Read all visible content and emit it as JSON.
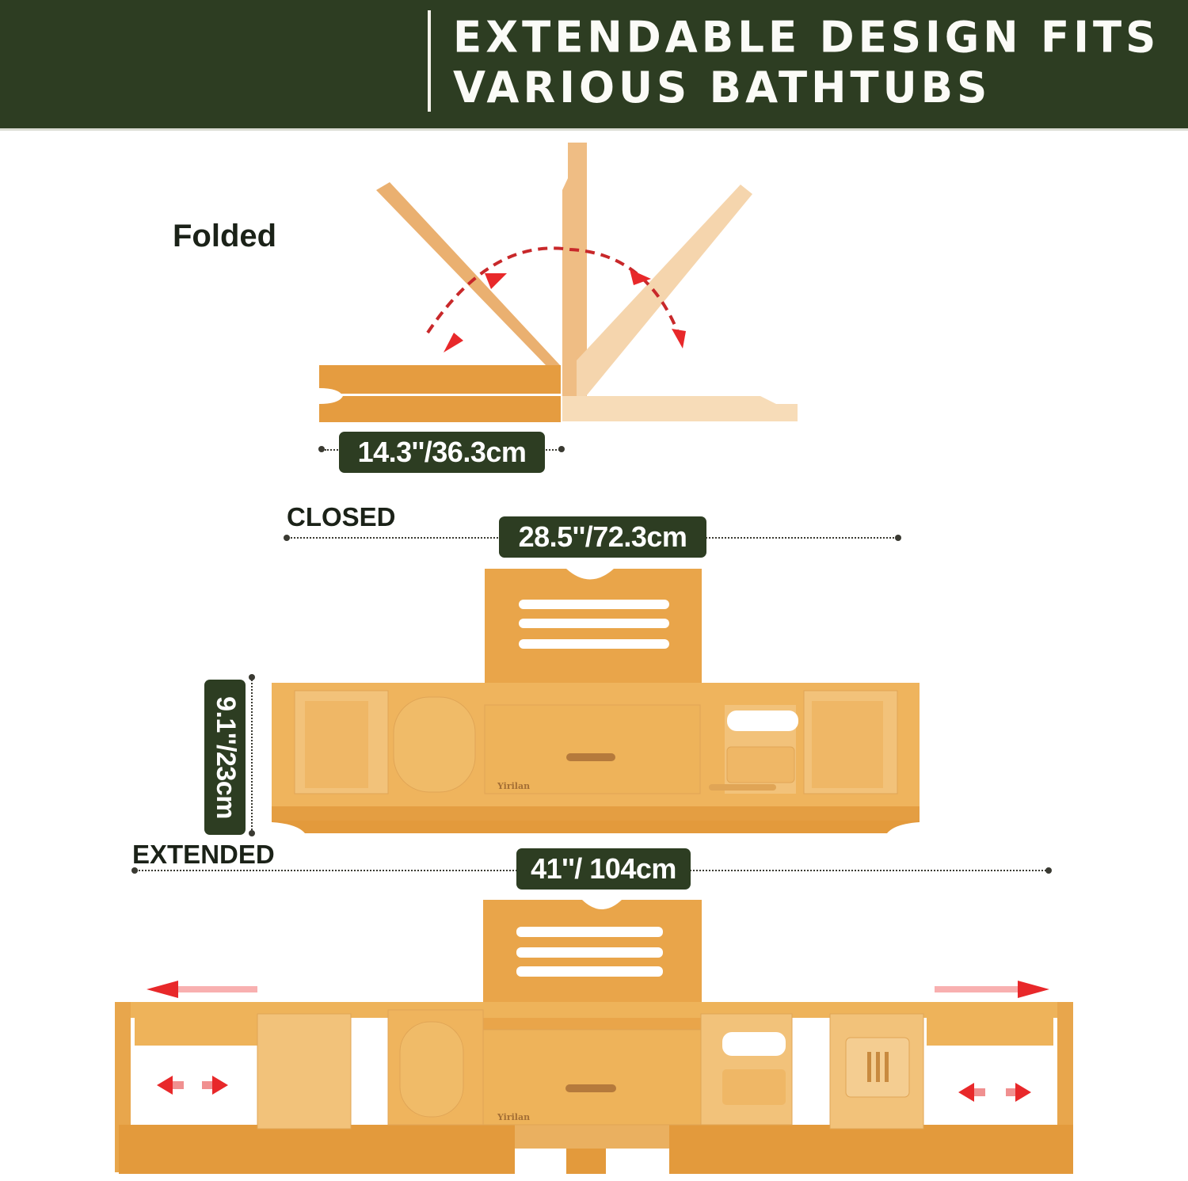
{
  "banner": {
    "title_line1": "EXTENDABLE DESIGN FITS",
    "title_line2": "VARIOUS BATHTUBS",
    "background": "#2d3d22",
    "text_color": "#fbfbf7"
  },
  "folded": {
    "label": "Folded",
    "dimension": "14.3''/36.3cm",
    "rotation_arrows": "red-dashed-curved-arrow"
  },
  "closed": {
    "label": "CLOSED",
    "width_dimension": "28.5''/72.3cm",
    "height_dimension": "9.1''/23cm",
    "brand_engraving": "Yirilan"
  },
  "extended": {
    "label": "EXTENDED",
    "width_dimension": "41''/ 104cm",
    "brand_engraving": "Yirilan",
    "direction_arrows": [
      "left-arrow",
      "right-arrow",
      "left-right-arrow",
      "left-right-arrow"
    ]
  },
  "colors": {
    "accent_pill": "#2d3d22",
    "wood_dark": "#e39a3c",
    "wood_mid": "#eeb25a",
    "wood_light": "#f7dcb8",
    "arrow_red": "#e8282a"
  }
}
